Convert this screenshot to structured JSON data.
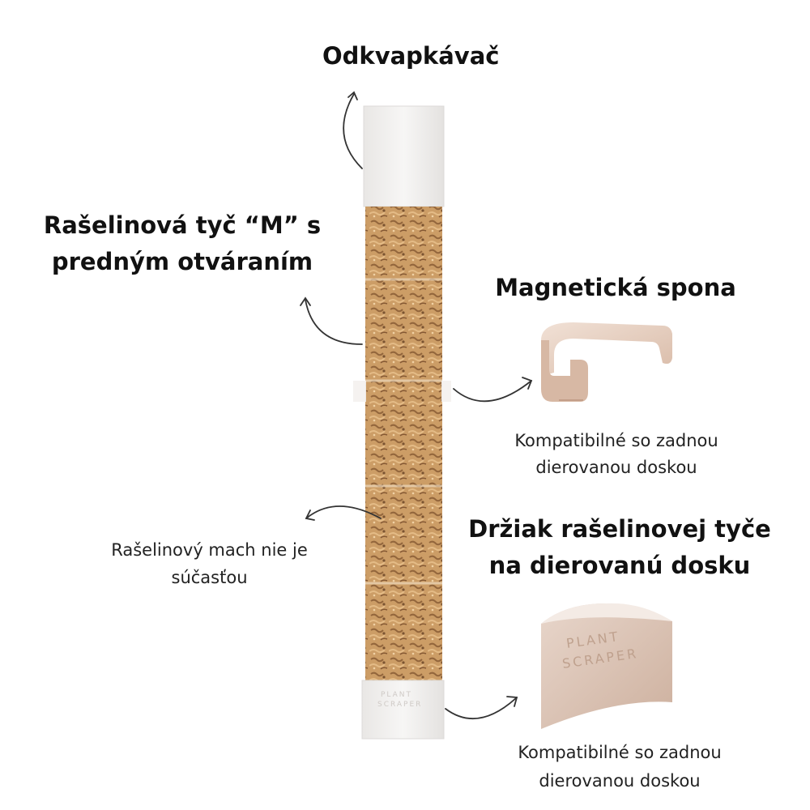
{
  "labels": {
    "drip_cap": "Odkvapkávač",
    "peat_rod_line1": "Rašelinová tyč “M” s",
    "peat_rod_line2": "predným otváraním",
    "magnetic_clip": "Magnetická spona",
    "clip_note_line1": "Kompatibilné so zadnou",
    "clip_note_line2": "dierovanou doskou",
    "moss_note_line1": "Rašelinový mach nie je",
    "moss_note_line2": "súčasťou",
    "holder_line1": "Držiak rašelinovej tyče",
    "holder_line2": "na dierovanú dosku",
    "holder_note_line1": "Kompatibilné so zadnou",
    "holder_note_line2": "dierovanou doskou"
  },
  "colors": {
    "text": "#111111",
    "moss": "#c8955a",
    "moss_dark": "#8a5a2c",
    "plastic": "#f2f0ee",
    "clip": "#e6cfc0"
  }
}
